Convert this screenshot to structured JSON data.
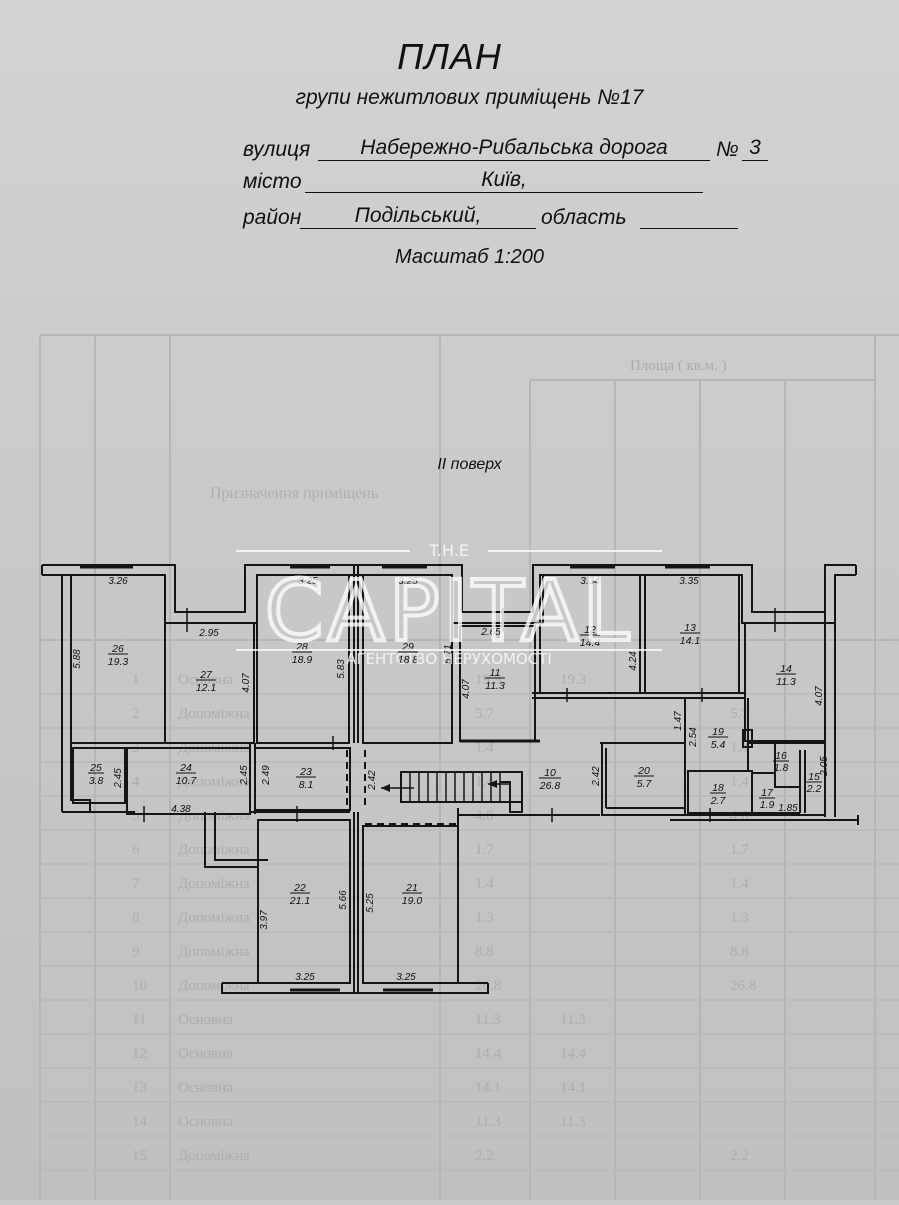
{
  "document": {
    "title": "ПЛАН",
    "subtitle": "групи нежитлових приміщень №17",
    "street_label": "вулиця",
    "street_value": "Набережно-Рибальська дорога",
    "number_label": "№",
    "number_value": "3",
    "city_label": "місто",
    "city_value": "Київ,",
    "district_label": "район",
    "district_value": "Подільський,",
    "region_label": "область",
    "region_value": "",
    "scale": "Масштаб 1:200",
    "floor_label": "II  поверх"
  },
  "watermark": {
    "top": "T.H.E",
    "main": "CAPITAL",
    "bottom": "АГЕНТСТВО НЕРУХОМОСТІ"
  },
  "rooms": [
    {
      "id": "26",
      "area": "19.3"
    },
    {
      "id": "27",
      "area": "12.1"
    },
    {
      "id": "28",
      "area": "18.9"
    },
    {
      "id": "29",
      "area": "18.8"
    },
    {
      "id": "11",
      "area": "11.3"
    },
    {
      "id": "12",
      "area": "14.4"
    },
    {
      "id": "13",
      "area": "14.1"
    },
    {
      "id": "14",
      "area": "11.3"
    },
    {
      "id": "25",
      "area": "3.8"
    },
    {
      "id": "24",
      "area": "10.7"
    },
    {
      "id": "23",
      "area": "8.1"
    },
    {
      "id": "10",
      "area": "26.8"
    },
    {
      "id": "20",
      "area": "5.7"
    },
    {
      "id": "19",
      "area": "5.4"
    },
    {
      "id": "16",
      "area": "1.8"
    },
    {
      "id": "15",
      "area": "2.2"
    },
    {
      "id": "18",
      "area": "2.7"
    },
    {
      "id": "17",
      "area": "1.9"
    },
    {
      "id": "22",
      "area": "21.1"
    },
    {
      "id": "21",
      "area": "19.0"
    }
  ],
  "dimensions": {
    "d_326": "3.26",
    "d_588": "5.88",
    "d_295": "2.95",
    "d_407a": "4.07",
    "d_325a": "3.25",
    "d_583": "5.83",
    "d_325b": "3.25",
    "d_571": "5.71",
    "d_265": "2.65",
    "d_407b": "4.07",
    "d_334": "3.34",
    "d_424": "4.24",
    "d_335": "3.35",
    "d_407c": "4.07",
    "d_147": "1.47",
    "d_254": "2.54",
    "d_205": "2.05",
    "d_185": "1.85",
    "d_245a": "2.45",
    "d_438": "4.38",
    "d_245b": "2.45",
    "d_249": "2.49",
    "d_242a": "2.42",
    "d_242b": "2.42",
    "d_397": "3.97",
    "d_566": "5.66",
    "d_525": "5.25",
    "d_325c": "3.25",
    "d_325d": "3.25"
  },
  "ghost_table": {
    "header": "Площа ( кв.м. )",
    "rows": [
      {
        "n": "1",
        "name": "Основна",
        "a": "19.3",
        "b": "19.3",
        "c": ""
      },
      {
        "n": "2",
        "name": "Допоміжна",
        "a": "5.7",
        "b": "",
        "c": "5.7"
      },
      {
        "n": "3",
        "name": "Допоміжна",
        "a": "1.4",
        "b": "",
        "c": "1.4"
      },
      {
        "n": "4",
        "name": "Допоміжна",
        "a": "1.4",
        "b": "",
        "c": "1.4"
      },
      {
        "n": "5",
        "name": "Допоміжна",
        "a": "4.0",
        "b": "",
        "c": "4.0"
      },
      {
        "n": "6",
        "name": "Допоміжна",
        "a": "1.7",
        "b": "",
        "c": "1.7"
      },
      {
        "n": "7",
        "name": "Допоміжна",
        "a": "1.4",
        "b": "",
        "c": "1.4"
      },
      {
        "n": "8",
        "name": "Допоміжна",
        "a": "1.3",
        "b": "",
        "c": "1.3"
      },
      {
        "n": "9",
        "name": "Допоміжна",
        "a": "8.8",
        "b": "",
        "c": "8.8"
      },
      {
        "n": "10",
        "name": "Допоміжна",
        "a": "26.8",
        "b": "",
        "c": "26.8"
      },
      {
        "n": "11",
        "name": "Основна",
        "a": "11.3",
        "b": "11.3",
        "c": ""
      },
      {
        "n": "12",
        "name": "Основна",
        "a": "14.4",
        "b": "14.4",
        "c": ""
      },
      {
        "n": "13",
        "name": "Основна",
        "a": "14.1",
        "b": "14.1",
        "c": ""
      },
      {
        "n": "14",
        "name": "Основна",
        "a": "11.3",
        "b": "11.3",
        "c": ""
      },
      {
        "n": "15",
        "name": "Допоміжна",
        "a": "2.2",
        "b": "",
        "c": "2.2"
      }
    ]
  }
}
